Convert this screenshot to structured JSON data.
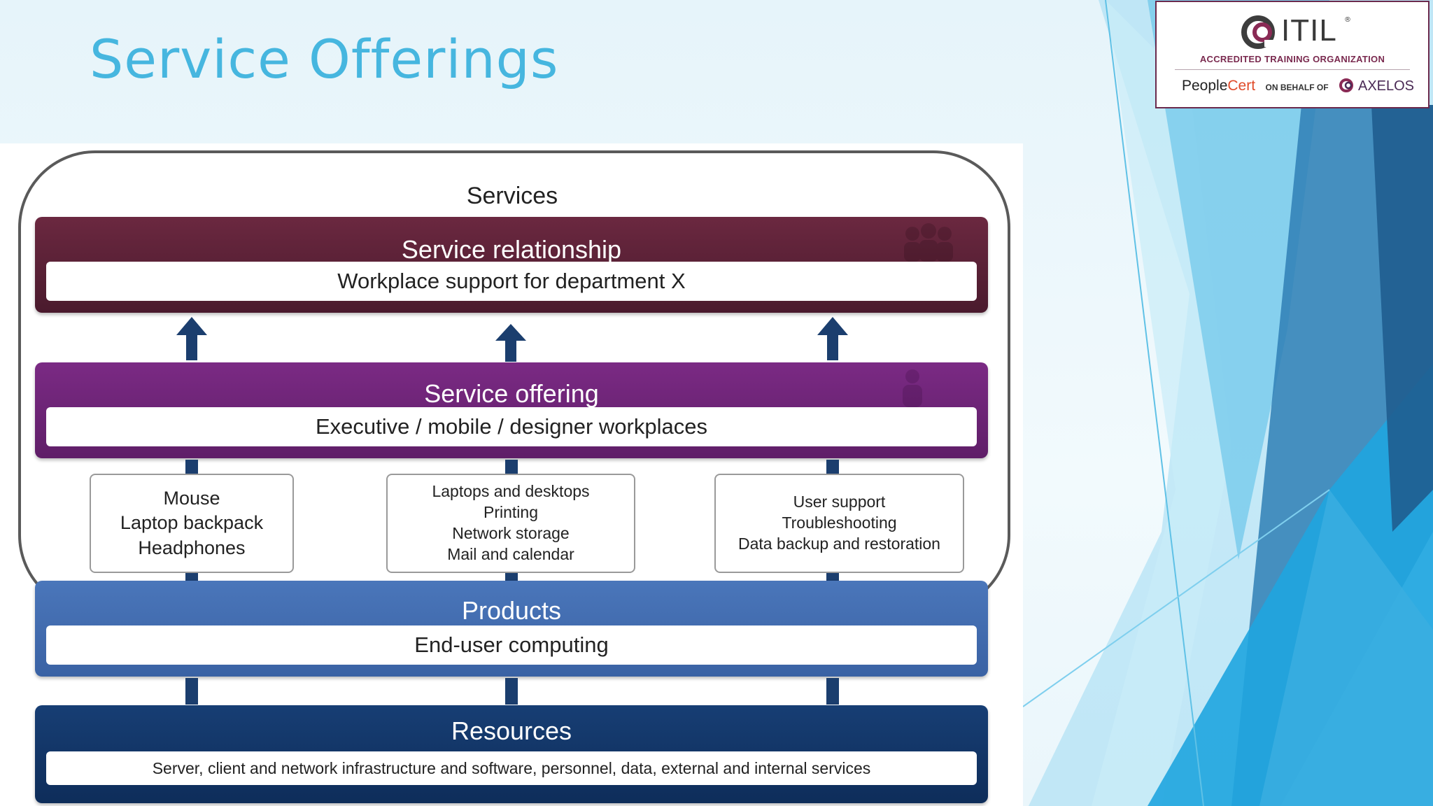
{
  "slide": {
    "title": "Service Offerings"
  },
  "logo": {
    "brand": "ITIL",
    "registered": "®",
    "accreditation": "ACCREDITED TRAINING ORGANIZATION",
    "people": "People",
    "cert": "Cert",
    "on_behalf_of": "ON BEHALF OF",
    "axelos": "AXELOS"
  },
  "diagram": {
    "services_label": "Services",
    "service_relationship": {
      "title": "Service relationship",
      "text": "Workplace support for department X"
    },
    "service_offering": {
      "title": "Service offering",
      "text": "Executive / mobile / designer workplaces"
    },
    "offering_columns": [
      {
        "lines": [
          "Mouse",
          "Laptop backpack",
          "Headphones"
        ]
      },
      {
        "lines": [
          "Laptops and desktops",
          "Printing",
          "Network storage",
          "Mail and calendar"
        ]
      },
      {
        "lines": [
          "User support",
          "Troubleshooting",
          "Data backup and restoration"
        ]
      }
    ],
    "products": {
      "title": "Products",
      "text": "End-user computing"
    },
    "resources": {
      "title": "Resources",
      "text": "Server, client and network infrastructure and software, personnel, data, external and internal services"
    }
  },
  "colors": {
    "title": "#46b6df",
    "relationship_band": "#5a2036",
    "offering_band": "#6e2478",
    "products_band": "#416cb0",
    "resources_band": "#12336a",
    "arrows": "#1b3e6e"
  }
}
